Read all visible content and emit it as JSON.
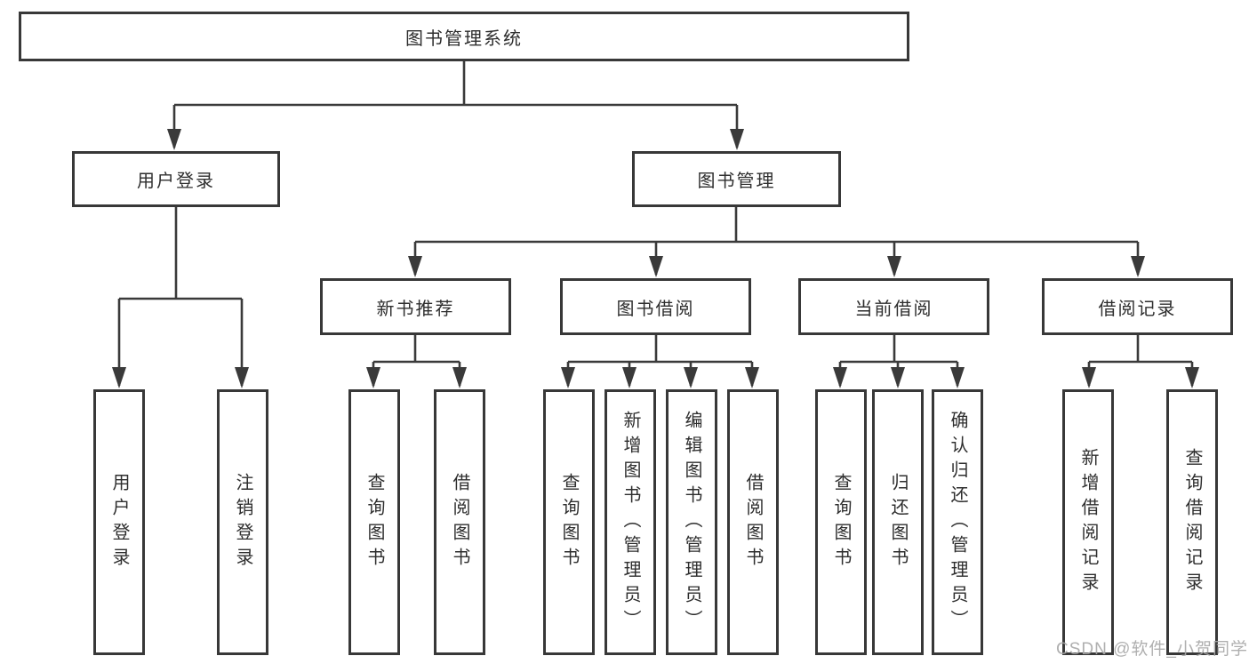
{
  "tree": {
    "label": "图书管理系统",
    "children": [
      {
        "label": "用户登录",
        "children": [
          {
            "label": "用户登录"
          },
          {
            "label": "注销登录"
          }
        ]
      },
      {
        "label": "图书管理",
        "children": [
          {
            "label": "新书推荐",
            "children": [
              {
                "label": "查询图书"
              },
              {
                "label": "借阅图书"
              }
            ]
          },
          {
            "label": "图书借阅",
            "children": [
              {
                "label": "查询图书"
              },
              {
                "label": "新增图书（管理员）"
              },
              {
                "label": "编辑图书（管理员）"
              },
              {
                "label": "借阅图书"
              }
            ]
          },
          {
            "label": "当前借阅",
            "children": [
              {
                "label": "查询图书"
              },
              {
                "label": "归还图书"
              },
              {
                "label": "确认归还（管理员）"
              }
            ]
          },
          {
            "label": "借阅记录",
            "children": [
              {
                "label": "新增借阅记录"
              },
              {
                "label": "查询借阅记录"
              }
            ]
          }
        ]
      }
    ]
  },
  "watermark": {
    "text": "CSDN @软件_小贺同学"
  },
  "colors": {
    "line": "#3a3a3a",
    "box_border": "#383838",
    "text": "#2e2e2e",
    "watermark_text": "#a8a8a8"
  }
}
